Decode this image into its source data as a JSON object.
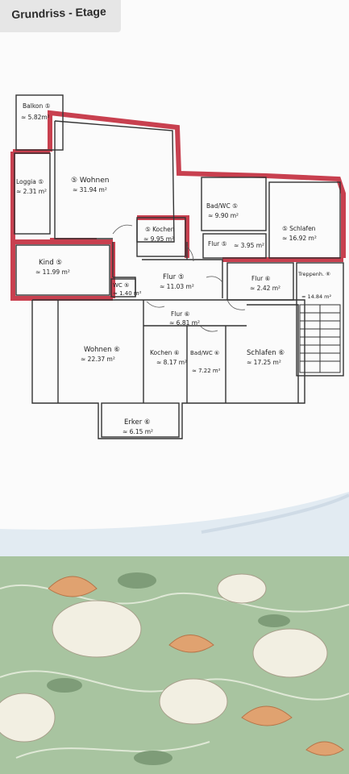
{
  "title": "Grundriss - Etage",
  "rooms": {
    "balkon": {
      "name": "Balkon ⑤",
      "area": "≈ 5.82m²"
    },
    "loggia": {
      "name": "Loggia ⑤",
      "area": "≈ 2.31 m²"
    },
    "wohnen5": {
      "name": "⑤ Wohnen",
      "area": "≈ 31.94 m²"
    },
    "badwc5": {
      "name": "Bad/WC ⑤",
      "area": "≈ 9.90 m²"
    },
    "kochen5": {
      "name": "⑤ Kochen",
      "area": "≈ 9.95 m²"
    },
    "schlafen5": {
      "name": "⑤ Schlafen",
      "area": "≈ 16.92 m²"
    },
    "flur5a": {
      "name": "Flur ⑤",
      "area": ""
    },
    "flur5b": {
      "name": "",
      "area": "≈ 3.95 m²"
    },
    "kind5": {
      "name": "Kind ⑤",
      "area": "≈ 11.99 m²"
    },
    "flur5main": {
      "name": "Flur ⑤",
      "area": "≈ 11.03 m²"
    },
    "wc5": {
      "name": "WC ⑤",
      "area": "≈ 1.40 m²"
    },
    "flur6a": {
      "name": "Flur ⑥",
      "area": "≈ 2.42 m²"
    },
    "treppenh": {
      "name": "Treppenh. ⑥",
      "area": "≈ 14.84 m²"
    },
    "flur6b": {
      "name": "Flur ⑥",
      "area": "≈ 6.81 m²"
    },
    "wohnen6": {
      "name": "Wohnen ⑥",
      "area": "≈ 22.37 m²"
    },
    "kochen6": {
      "name": "Kochen ⑥",
      "area": "≈ 8.17 m²"
    },
    "badwc6": {
      "name": "Bad/WC ⑥",
      "area": "≈ 7.22 m²"
    },
    "schlafen6": {
      "name": "Schlafen ⑥",
      "area": "≈ 17.25 m²"
    },
    "erker": {
      "name": "Erker ⑥",
      "area": "≈ 6.15 m²"
    }
  },
  "colors": {
    "unit5_wall": "#c8404f",
    "unit5_fill": "#d9566a",
    "wall": "#333333",
    "sheet": "#fbfbfb",
    "wave": "#e2ebf2",
    "fabric": "#a8c4a0",
    "flower": "#f2efe2",
    "leaf_orange": "#e0a270"
  }
}
